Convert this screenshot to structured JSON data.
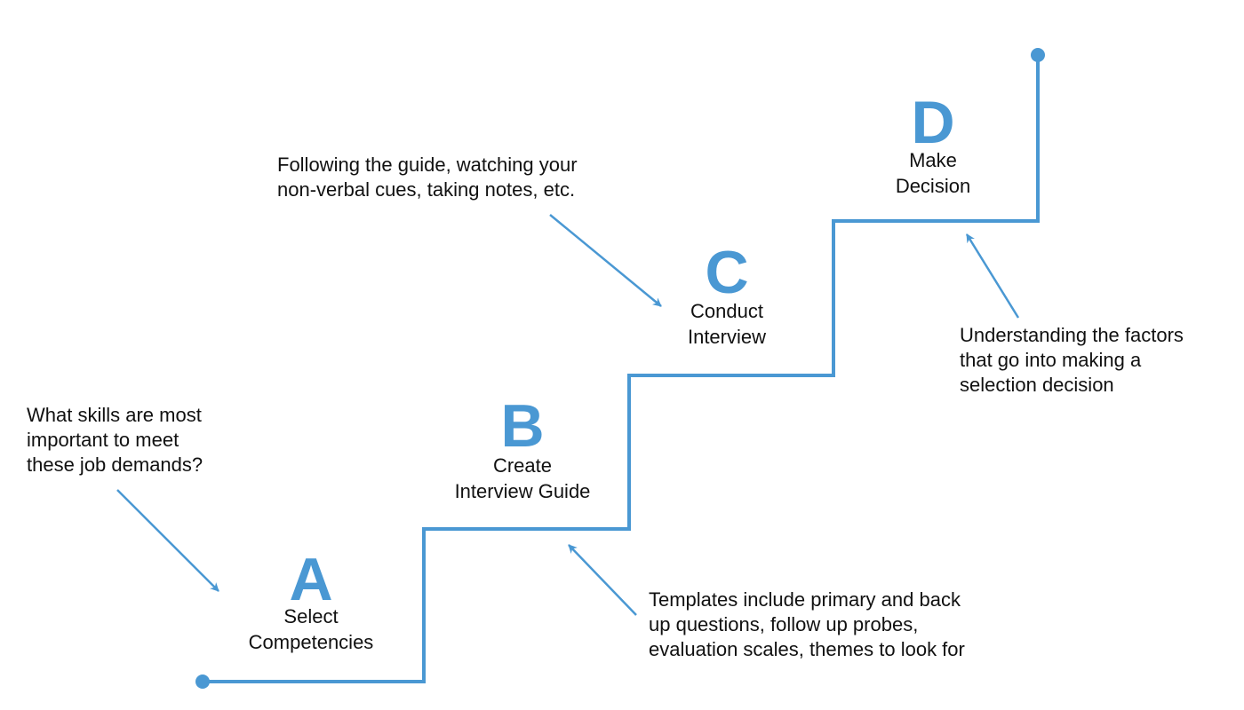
{
  "colors": {
    "accent": "#4a98d3",
    "text": "#111111",
    "background": "#ffffff"
  },
  "steps": [
    {
      "letter": "A",
      "label": "Select\nCompetencies"
    },
    {
      "letter": "B",
      "label": "Create\nInterview Guide"
    },
    {
      "letter": "C",
      "label": "Conduct\nInterview"
    },
    {
      "letter": "D",
      "label": "Make\nDecision"
    }
  ],
  "notes": [
    {
      "text": "What skills are most\nimportant to meet\nthese job demands?"
    },
    {
      "text": "Templates include primary and back\nup questions, follow up probes,\nevaluation scales, themes to look for"
    },
    {
      "text": "Following the guide, watching your\nnon-verbal cues, taking notes, etc."
    },
    {
      "text": "Understanding the factors\nthat go into making a\nselection decision"
    }
  ]
}
